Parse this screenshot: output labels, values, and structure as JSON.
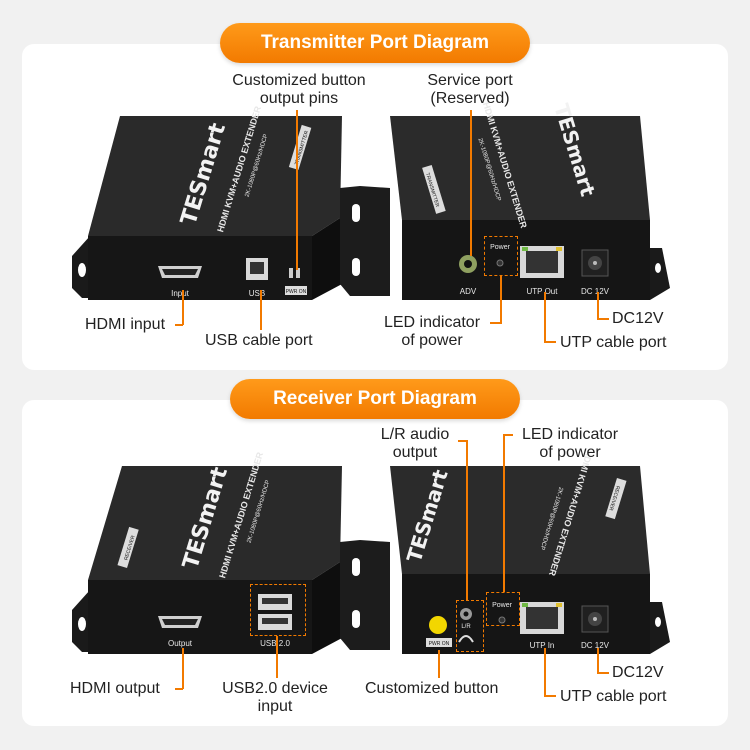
{
  "transmitter": {
    "title": "Transmitter Port Diagram",
    "labels": {
      "custom_pins_1": "Customized button",
      "custom_pins_2": "output pins",
      "service_1": "Service port",
      "service_2": "(Reserved)",
      "hdmi_input": "HDMI input",
      "usb_port": "USB cable port",
      "led_1": "LED indicator",
      "led_2": "of power",
      "dc": "DC12V",
      "utp": "UTP cable port"
    },
    "device_left": {
      "brand": "TESmart",
      "model": "HDMI KVM+AUDIO EXTENDER",
      "spec": "2K-1080P@60Hz/HDCP",
      "side_tag": "TRANSMITTER",
      "port_input": "Input",
      "port_usb": "USB",
      "port_pwr": "PWR ON"
    },
    "device_right": {
      "brand": "TESmart",
      "model": "HDMI KVM+AUDIO EXTENDER",
      "spec": "2K-1080P@60Hz/HDCP",
      "side_tag": "TRANSMITTER",
      "port_adv": "ADV",
      "port_power": "Power",
      "port_utp": "UTP Out",
      "port_dc": "DC 12V"
    }
  },
  "receiver": {
    "title": "Receiver Port Diagram",
    "labels": {
      "lr_1": "L/R audio",
      "lr_2": "output",
      "led_1": "LED indicator",
      "led_2": "of power",
      "hdmi_output": "HDMI output",
      "usb2_1": "USB2.0 device",
      "usb2_2": "input",
      "custom_button": "Customized button",
      "dc": "DC12V",
      "utp": "UTP cable port"
    },
    "device_left": {
      "brand": "TESmart",
      "model": "HDMI KVM+AUDIO EXTENDER",
      "spec": "2K-1080P@60Hz/HDCP",
      "side_tag": "RECEIVER",
      "port_output": "Output",
      "port_usb": "USB 2.0"
    },
    "device_right": {
      "brand": "TESmart",
      "model": "HDMI KVM+AUDIO EXTENDER",
      "spec": "2K-1080P@60Hz/HDCP",
      "side_tag": "RECEIVER",
      "port_pwr": "PWR ON",
      "port_lr": "L/R",
      "port_power": "Power",
      "port_utp": "UTP In",
      "port_dc": "DC 12V"
    }
  },
  "colors": {
    "accent": "#f27a00",
    "device": "#1c1c1c",
    "panel": "#ffffff",
    "background": "#f1f1f1"
  }
}
